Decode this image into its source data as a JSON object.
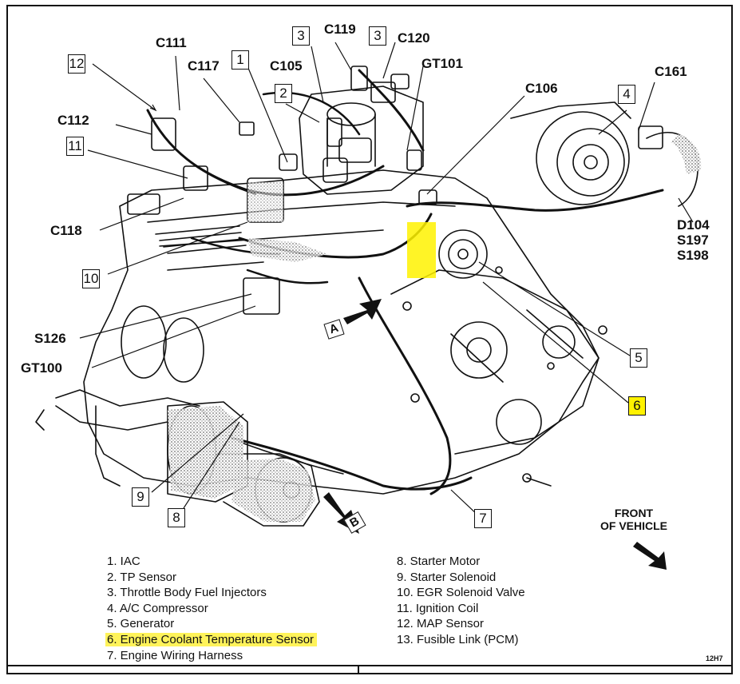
{
  "callouts": {
    "c111": "C111",
    "c117": "C117",
    "c105": "C105",
    "c119": "C119",
    "c120": "C120",
    "gt101": "GT101",
    "c106": "C106",
    "c161": "C161",
    "c112": "C112",
    "c118": "C118",
    "s126": "S126",
    "gt100": "GT100",
    "d104": "D104",
    "s197": "S197",
    "s198": "S198"
  },
  "numbers": {
    "n12": "12",
    "n11": "11",
    "n1": "1",
    "n2": "2",
    "n3a": "3",
    "n3b": "3",
    "n4": "4",
    "n10": "10",
    "n5": "5",
    "n6": "6",
    "n7": "7",
    "n8": "8",
    "n9": "9"
  },
  "views": {
    "a": "A",
    "b": "B"
  },
  "legend_left": [
    "1. IAC",
    "2. TP Sensor",
    "3. Throttle Body Fuel Injectors",
    "4. A/C Compressor",
    "5. Generator",
    "6. Engine Coolant Temperature Sensor",
    "7. Engine Wiring Harness"
  ],
  "legend_right": [
    "8. Starter Motor",
    "9. Starter Solenoid",
    "10. EGR Solenoid Valve",
    "11. Ignition Coil",
    "12. MAP Sensor",
    "13. Fusible Link (PCM)"
  ],
  "front_label": {
    "line1": "FRONT",
    "line2": "OF VEHICLE"
  },
  "figure_code": "12H7",
  "colors": {
    "highlight": "#fff200",
    "ink": "#111111"
  }
}
